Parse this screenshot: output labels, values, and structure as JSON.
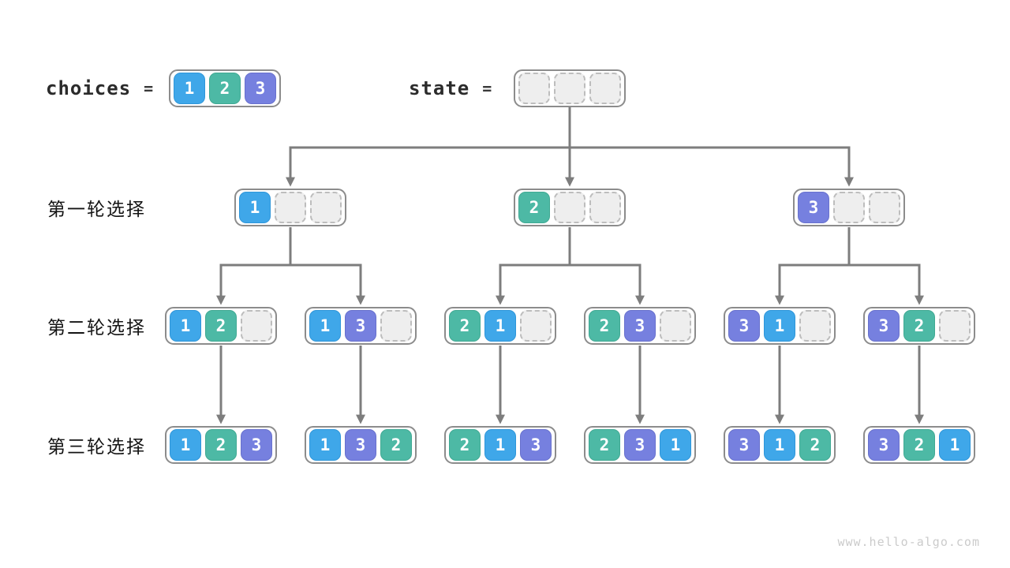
{
  "header": {
    "choices_label": "choices",
    "choices_equals": "=",
    "state_label": "state",
    "state_equals": "=",
    "choices_cells": [
      "1",
      "2",
      "3"
    ],
    "state_cells": [
      "",
      "",
      ""
    ]
  },
  "rows": [
    {
      "label": "第一轮选择",
      "boxes": [
        [
          "1",
          "",
          ""
        ],
        [
          "2",
          "",
          ""
        ],
        [
          "3",
          "",
          ""
        ]
      ]
    },
    {
      "label": "第二轮选择",
      "boxes": [
        [
          "1",
          "2",
          ""
        ],
        [
          "1",
          "3",
          ""
        ],
        [
          "2",
          "1",
          ""
        ],
        [
          "2",
          "3",
          ""
        ],
        [
          "3",
          "1",
          ""
        ],
        [
          "3",
          "2",
          ""
        ]
      ]
    },
    {
      "label": "第三轮选择",
      "boxes": [
        [
          "1",
          "2",
          "3"
        ],
        [
          "1",
          "3",
          "2"
        ],
        [
          "2",
          "1",
          "3"
        ],
        [
          "2",
          "3",
          "1"
        ],
        [
          "3",
          "1",
          "2"
        ],
        [
          "3",
          "2",
          "1"
        ]
      ]
    }
  ],
  "colors": {
    "value_1": "#3fa7e9",
    "value_1_border": "#2f96d9",
    "value_2": "#4db9a5",
    "value_2_border": "#41a993",
    "value_3": "#7680df",
    "value_3_border": "#6871cd",
    "empty_fill": "#eeeeee",
    "empty_border": "#bdbdbd",
    "box_border": "#8c8c8c",
    "arrow": "#7d7d7d"
  },
  "watermark": "www.hello-algo.com"
}
